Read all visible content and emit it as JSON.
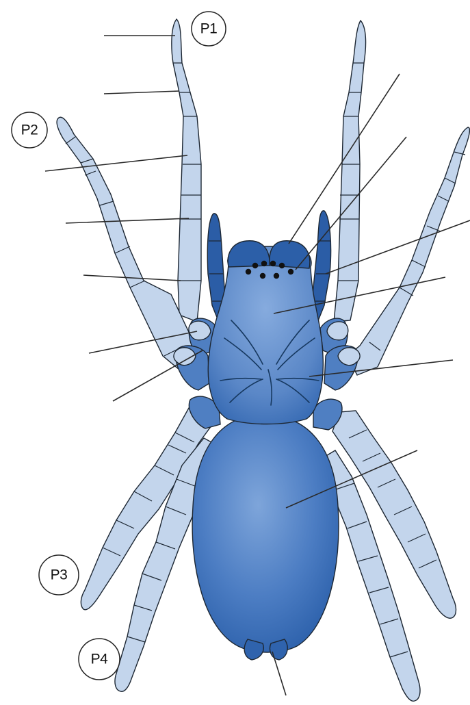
{
  "legs": [
    {
      "id": "p1",
      "label": "P1"
    },
    {
      "id": "p2",
      "label": "P2"
    },
    {
      "id": "p3",
      "label": "P3"
    },
    {
      "id": "p4",
      "label": "P4"
    }
  ],
  "colors": {
    "leg": "#c3d5ec",
    "coxa": "#4f7fc2",
    "body_light": "#6f9ad4",
    "body_dark": "#2f63ad",
    "chelicera": "#2c5fa8",
    "palp": "#2b5da6",
    "outline": "#1d2733"
  }
}
